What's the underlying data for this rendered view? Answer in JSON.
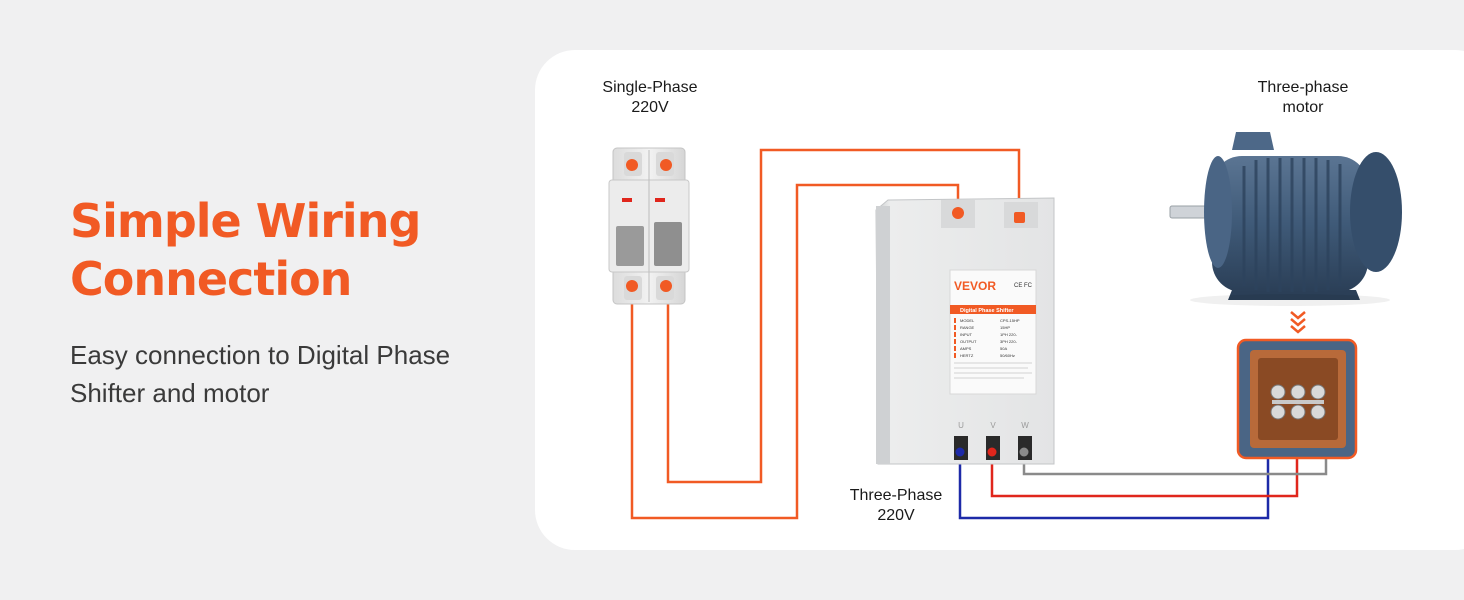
{
  "headline": {
    "line1": "Simple Wiring",
    "line2": "Connection"
  },
  "subtext": "Easy connection to Digital Phase Shifter and motor",
  "labels": {
    "source_line1": "Single-Phase",
    "source_line2": "220V",
    "output_line1": "Three-Phase",
    "output_line2": "220V",
    "motor_line1": "Three-phase",
    "motor_line2": "motor"
  },
  "device": {
    "brand": "VEVOR",
    "panel_title": "Digital Phase Shifter",
    "specs": [
      {
        "key": "MODEL",
        "value": "CPS-15HP"
      },
      {
        "key": "RANGE",
        "value": "15HP"
      },
      {
        "key": "INPUT",
        "value": "1PH 220-"
      },
      {
        "key": "OUTPUT",
        "value": "3PH 220-"
      },
      {
        "key": "AMPS",
        "value": "50A"
      },
      {
        "key": "HERTZ",
        "value": "50/60Hz"
      }
    ],
    "terminals": [
      "U",
      "V",
      "W"
    ]
  },
  "colors": {
    "accent": "#f15a24",
    "wire_orange": "#f15a24",
    "wire_red": "#e0261c",
    "wire_blue": "#1d2aa8",
    "wire_gray": "#8a8a8a",
    "motor_body": "#3f5a78"
  }
}
